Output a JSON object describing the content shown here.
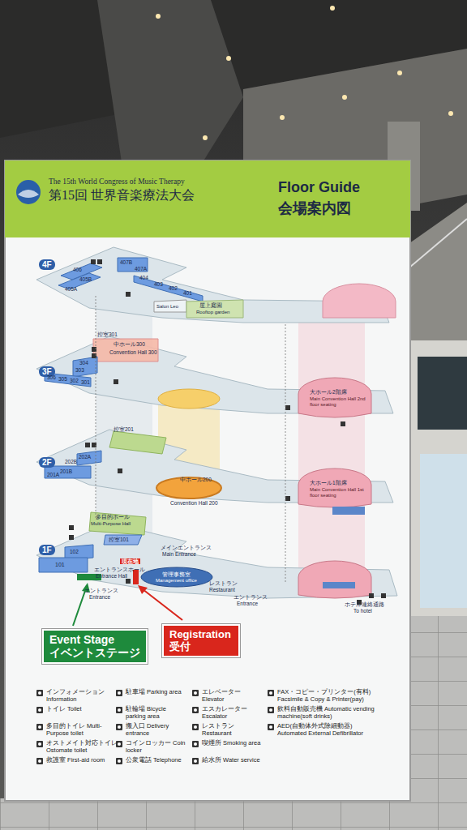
{
  "diagram": {
    "title": "Floor Guide",
    "nodes": [
      {
        "text": [
          "Event Stage イベントステージ"
        ]
      },
      {
        "text": [
          "Registration 受付"
        ]
      }
    ],
    "labels": [
      "The 15th World Congress of Music Therapy",
      "第15回 世界音楽療法大会",
      "会場案内図",
      "4F",
      "3F",
      "2F",
      "1F",
      "406",
      "405B",
      "405A",
      "407B",
      "407A",
      "404",
      "403",
      "402",
      "401",
      "Salon Leo",
      "屋上庭園",
      "Rooftop garden",
      "控室301",
      "中ホール300",
      "Convention Hall 300",
      "304",
      "303",
      "306",
      "305",
      "302",
      "301",
      "大ホール2階席",
      "Main Convention Hall 2nd floor seating",
      "控室201",
      "202A",
      "202B",
      "201B",
      "201A",
      "中ホール200",
      "Convention Hall 200",
      "大ホール1階席",
      "Main Convention Hall 1st floor seating",
      "多目的ホール",
      "Multi-Purpose Hall",
      "控室101",
      "メインエントランス",
      "Main Entrance",
      "102",
      "101",
      "現在地",
      "エントランスホール",
      "Entrance Hall",
      "管理事務室",
      "Management office",
      "レストラン",
      "Restaurant",
      "エントランス",
      "Entrance",
      "エントランス",
      "Entrance",
      "ホテル連絡通路",
      "To hotel"
    ],
    "legend": [
      {
        "text": "インフォメーション Information"
      },
      {
        "text": "トイレ Toilet"
      },
      {
        "text": "多目的トイレ Multi-Purpose toilet"
      },
      {
        "text": "オストメイト対応トイレ Ostomate toilet"
      },
      {
        "text": "救護室 First-aid room"
      },
      {
        "text": "駐車場 Parking area"
      },
      {
        "text": "駐輪場 Bicycle parking area"
      },
      {
        "text": "搬入口 Delivery entrance"
      },
      {
        "text": "コインロッカー Coin locker"
      },
      {
        "text": "公衆電話 Telephone"
      },
      {
        "text": "エレベーター Elevator"
      },
      {
        "text": "エスカレーター Escalator"
      },
      {
        "text": "レストラン Restaurant"
      },
      {
        "text": "喫煙所 Smoking area"
      },
      {
        "text": "給水所 Water service"
      },
      {
        "text": "FAX・コピー・プリンター(有料) Facsimile & Copy & Printer(pay)"
      },
      {
        "text": "飲料自動販売機 Automatic vending machine(soft drinks)"
      },
      {
        "text": "AED(自動体外式除細動器) Automated External Defibrillator"
      }
    ]
  }
}
